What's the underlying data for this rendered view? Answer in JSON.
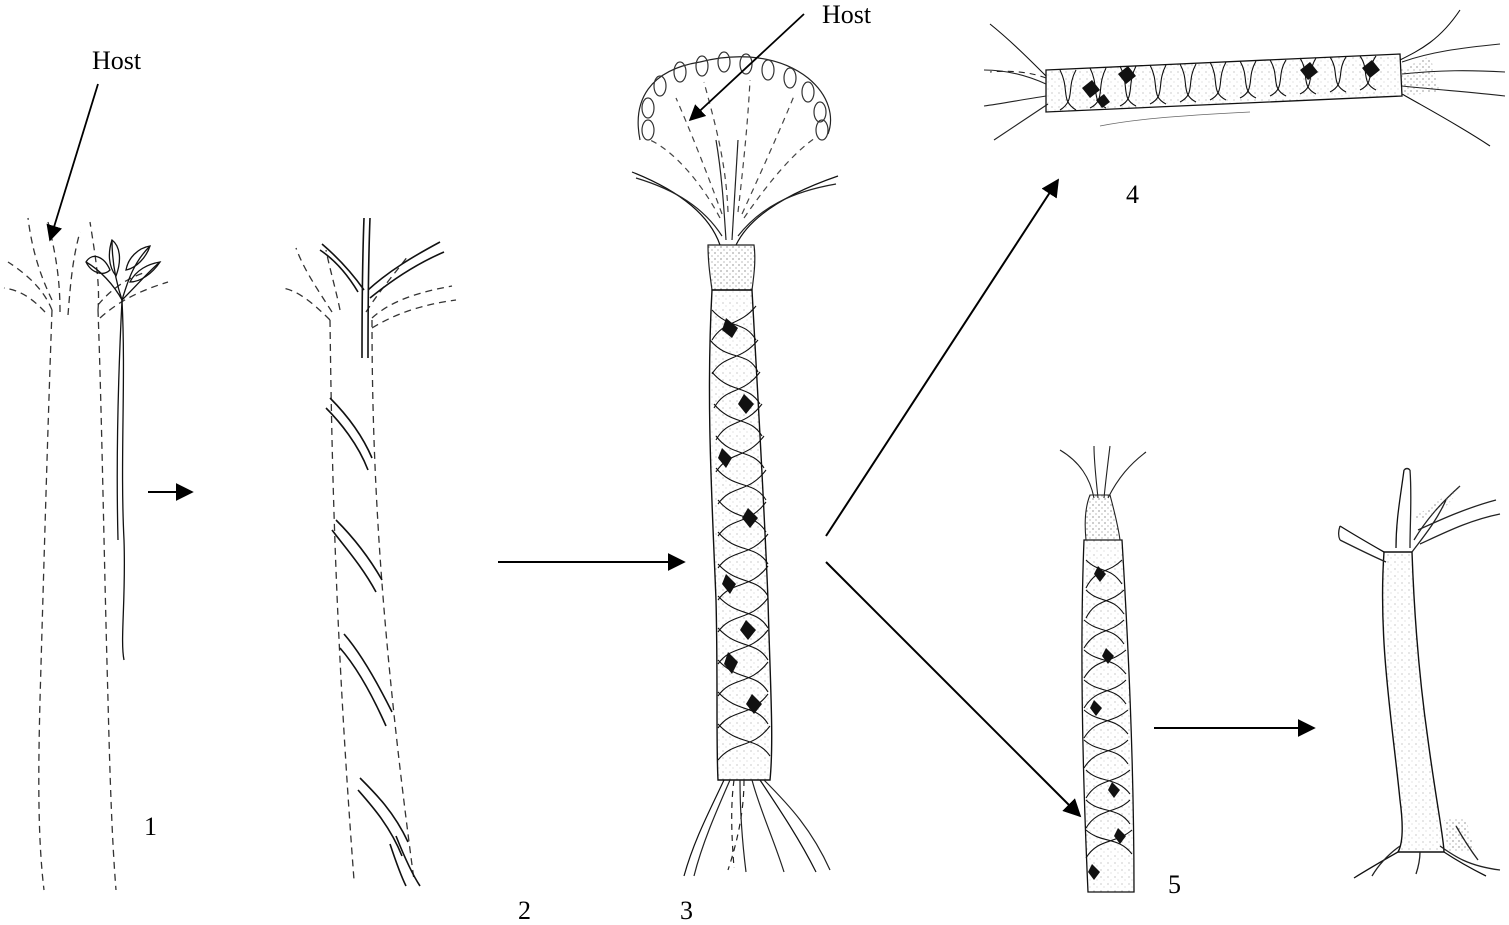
{
  "labels": {
    "host_1": "Host",
    "host_3": "Host",
    "stage_1": "1",
    "stage_2": "2",
    "stage_3": "3",
    "stage_4": "4",
    "stage_5": "5"
  },
  "colors": {
    "ink": "#000000",
    "dashed": "#333333",
    "stipple": "#555555",
    "background": "#ffffff"
  },
  "drawings": [
    {
      "id": "stage-1",
      "icon": "host-trunk-with-fig-seedling-icon"
    },
    {
      "id": "stage-2",
      "icon": "single-root-spiral-icon"
    },
    {
      "id": "stage-3",
      "icon": "strangler-fig-lattice-icon"
    },
    {
      "id": "stage-4",
      "icon": "fallen-lattice-icon"
    },
    {
      "id": "stage-5a",
      "icon": "lattice-trunk-icon"
    },
    {
      "id": "stage-5b",
      "icon": "free-standing-fig-icon"
    }
  ]
}
